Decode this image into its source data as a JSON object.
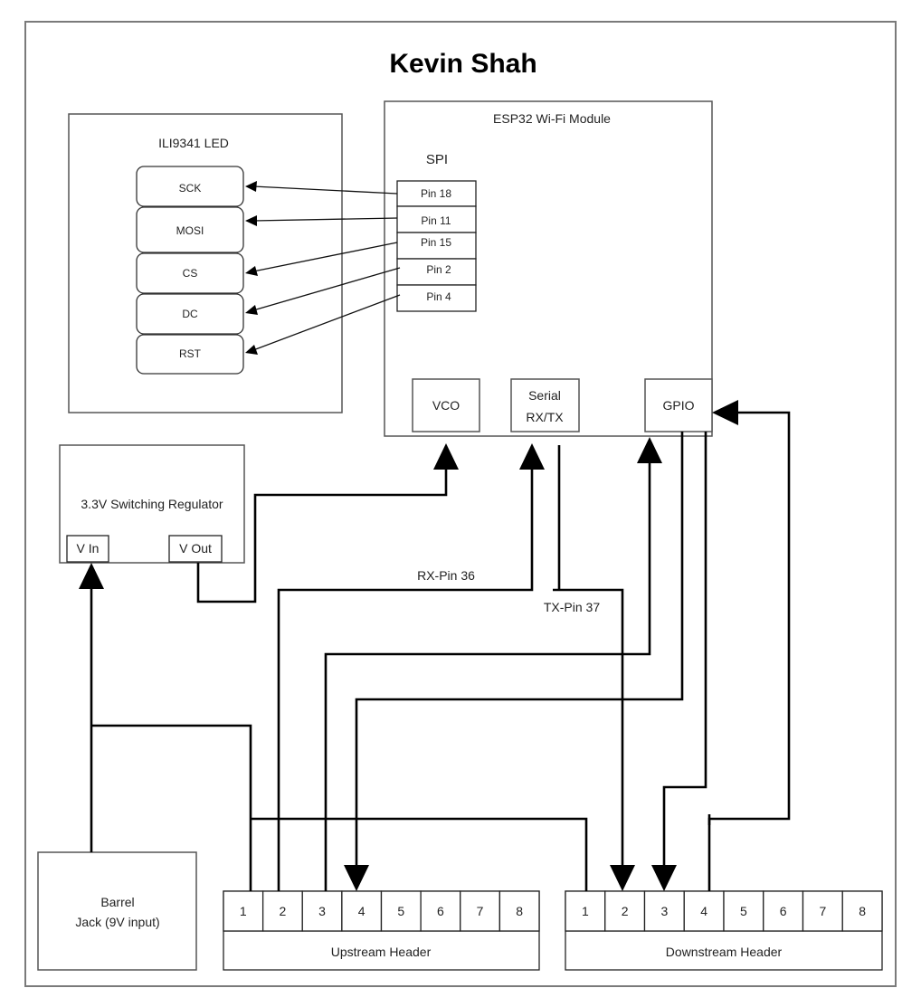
{
  "title": "Kevin Shah",
  "led": {
    "label": "ILI9341 LED",
    "pins": [
      "SCK",
      "MOSI",
      "CS",
      "DC",
      "RST"
    ]
  },
  "esp32": {
    "label": "ESP32 Wi-Fi Module",
    "spi_label": "SPI",
    "spi_pins": [
      "Pin 18",
      "Pin 11",
      "Pin 15",
      "Pin 2",
      "Pin 4"
    ],
    "vco_label": "VCO",
    "serial_label_line1": "Serial",
    "serial_label_line2": "RX/TX",
    "gpio_label": "GPIO"
  },
  "regulator": {
    "label": "3.3V Switching Regulator",
    "vin_label": "V In",
    "vout_label": "V Out"
  },
  "wire_labels": {
    "rx": "RX-Pin 36",
    "tx": "TX-Pin 37"
  },
  "barrel_jack": {
    "line1": "Barrel",
    "line2": "Jack (9V input)"
  },
  "upstream_header": {
    "label": "Upstream Header",
    "pins": [
      "1",
      "2",
      "3",
      "4",
      "5",
      "6",
      "7",
      "8"
    ]
  },
  "downstream_header": {
    "label": "Downstream Header",
    "pins": [
      "1",
      "2",
      "3",
      "4",
      "5",
      "6",
      "7",
      "8"
    ]
  },
  "connections": [
    {
      "from": "Pin 18",
      "to": "SCK"
    },
    {
      "from": "Pin 11",
      "to": "MOSI"
    },
    {
      "from": "Pin 15",
      "to": "CS"
    },
    {
      "from": "Pin 2",
      "to": "DC"
    },
    {
      "from": "Pin 4",
      "to": "RST"
    },
    {
      "from": "V Out",
      "to": "VCO"
    },
    {
      "from": "Barrel Jack",
      "to": "V In"
    },
    {
      "from": "Upstream Header 2",
      "to": "Serial RX/TX",
      "label": "RX-Pin 36"
    },
    {
      "from": "Serial RX/TX",
      "to": "Downstream Header 2",
      "label": "TX-Pin 37"
    },
    {
      "from": "Upstream Header 3",
      "to": "GPIO"
    },
    {
      "from": "GPIO",
      "to": "Upstream Header 4"
    },
    {
      "from": "GPIO",
      "to": "Downstream Header 3"
    },
    {
      "from": "Downstream Header 4",
      "to": "GPIO"
    },
    {
      "from": "Barrel Jack",
      "to": "Upstream Header 1"
    },
    {
      "from": "Upstream Header 1",
      "to": "Downstream Header 1"
    }
  ]
}
